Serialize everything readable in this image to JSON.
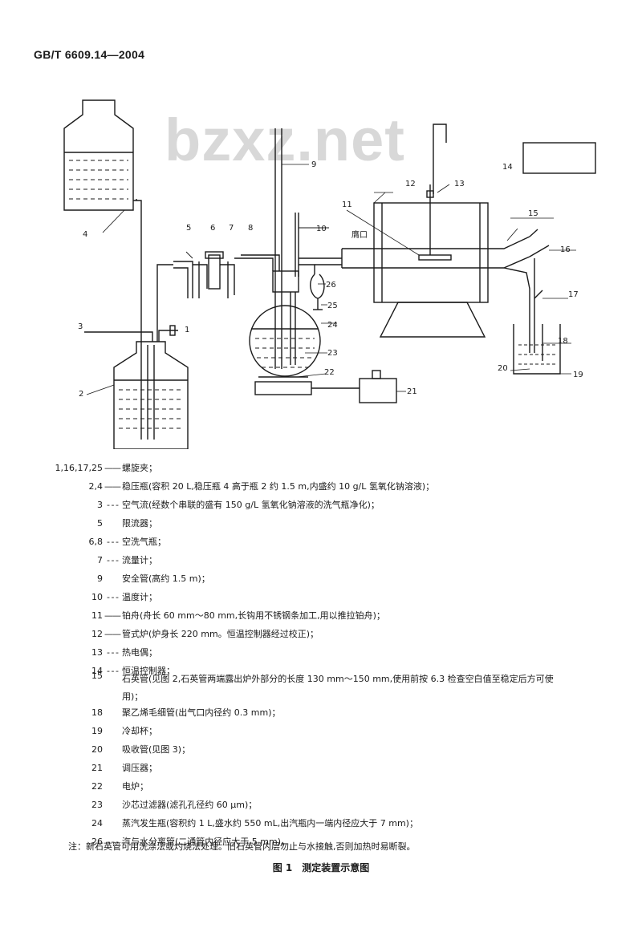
{
  "header": {
    "standard_code": "GB/T 6609.14—2004"
  },
  "watermark": "bzxz.net",
  "diagram": {
    "labels": [
      "1",
      "2",
      "3",
      "4",
      "5",
      "6",
      "7",
      "8",
      "9",
      "10",
      "11",
      "12",
      "13",
      "14",
      "15",
      "16",
      "17",
      "18",
      "19",
      "20",
      "21",
      "22",
      "23",
      "24",
      "25",
      "26"
    ],
    "orifice_label": "膺口"
  },
  "legend": [
    {
      "num": "1,16,17,25",
      "sep": "——",
      "desc": "螺旋夹；"
    },
    {
      "num": "2,4",
      "sep": "——",
      "desc": "稳压瓶(容积 20 L,稳压瓶 4 高于瓶 2 约 1.5 m,内盛约 10 g/L 氢氧化钠溶液)；"
    },
    {
      "num": "3",
      "sep": "- - -",
      "desc": "空气流(经数个串联的盛有 150 g/L 氢氧化钠溶液的洗气瓶净化)；"
    },
    {
      "num": "5",
      "sep": "",
      "desc": "限流器；"
    },
    {
      "num": "6,8",
      "sep": "- - -",
      "desc": "空洗气瓶；"
    },
    {
      "num": "7",
      "sep": "- - -",
      "desc": "流量计；"
    },
    {
      "num": "9",
      "sep": "",
      "desc": "安全管(高约 1.5 m)；"
    },
    {
      "num": "10",
      "sep": "- - -",
      "desc": "温度计；"
    },
    {
      "num": "11",
      "sep": "——",
      "desc": "铂舟(舟长 60 mm～80 mm,长钩用不锈钢条加工,用以推拉铂舟)；"
    },
    {
      "num": "12",
      "sep": "——",
      "desc": "管式炉(炉身长 220 mm。恒温控制器经过校正)；"
    },
    {
      "num": "13",
      "sep": "- - -",
      "desc": "热电偶；"
    },
    {
      "num": "14",
      "sep": "- - -",
      "desc": "恒温控制器；"
    },
    {
      "num": "15",
      "sep": "",
      "desc": "石英管(见图 2,石英管两端露出炉外部分的长度 130 mm～150 mm,使用前按 6.3 检查空白值至稳定后方可使用)；"
    },
    {
      "num": "18",
      "sep": "",
      "desc": "聚乙烯毛细管(出气口内径约 0.3 mm)；"
    },
    {
      "num": "19",
      "sep": "",
      "desc": "冷却杯；"
    },
    {
      "num": "20",
      "sep": "",
      "desc": "吸收管(见图 3)；"
    },
    {
      "num": "21",
      "sep": "",
      "desc": "调压器；"
    },
    {
      "num": "22",
      "sep": "",
      "desc": "电炉；"
    },
    {
      "num": "23",
      "sep": "",
      "desc": "沙芯过滤器(滤孔孔径约 60 μm)；"
    },
    {
      "num": "24",
      "sep": "",
      "desc": "蒸汽发生瓶(容积约 1 L,盛水约 550 mL,出汽瓶内一端内径应大于 7 mm)；"
    },
    {
      "num": "26",
      "sep": "- - -",
      "desc": "汽与水分离管(二通管内径应大于 5 mm)。"
    }
  ],
  "note": "注：新石英管可用洗涤法或灼烧法处理。旧石英管内层勿止与水接触,否则加热时易断裂。",
  "caption": "图 1　测定装置示意图"
}
